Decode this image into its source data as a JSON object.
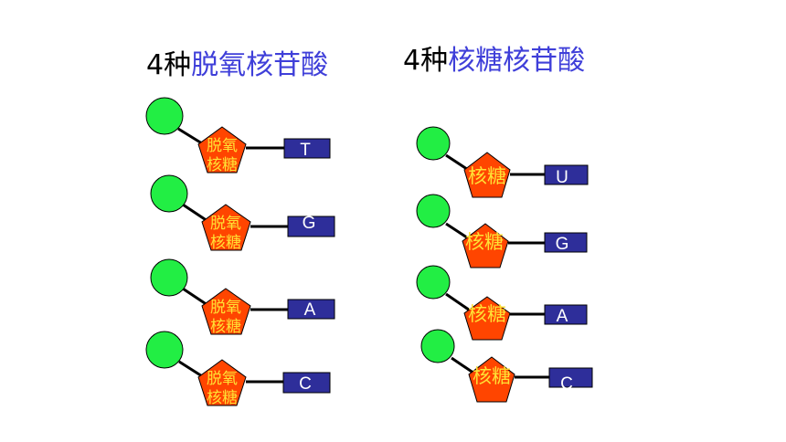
{
  "titles": {
    "left": {
      "count": "4种",
      "name": "脱氧核苷酸"
    },
    "right": {
      "count": "4种",
      "name": "核糖核苷酸"
    }
  },
  "colors": {
    "phosphate": "#22ee44",
    "sugar": "#ff4500",
    "base": "#2e2e9a",
    "sugar_text": "#ffe135",
    "title_name": "#3f3fd9"
  },
  "left_nucleotides": [
    {
      "sugar_line1": "脱氧",
      "sugar_line2": "核糖",
      "base": "T"
    },
    {
      "sugar_line1": "脱氧",
      "sugar_line2": "核糖",
      "base": "G"
    },
    {
      "sugar_line1": "脱氧",
      "sugar_line2": "核糖",
      "base": "A"
    },
    {
      "sugar_line1": "脱氧",
      "sugar_line2": "核糖",
      "base": "C"
    }
  ],
  "right_nucleotides": [
    {
      "sugar": "核糖",
      "base": "U"
    },
    {
      "sugar": "核糖",
      "base": "G"
    },
    {
      "sugar": "核糖",
      "base": "A"
    },
    {
      "sugar": "核糖",
      "base": "C"
    }
  ]
}
